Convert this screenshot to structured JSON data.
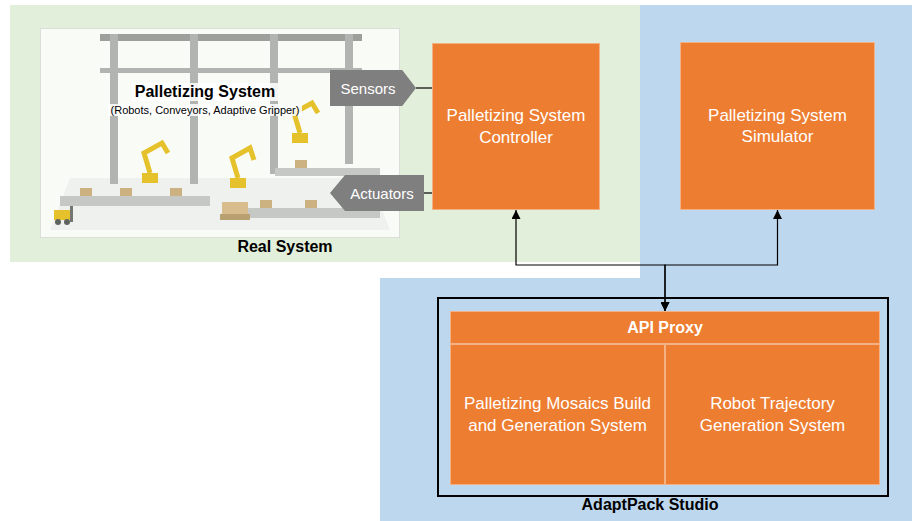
{
  "diagram": {
    "nodes": [
      {
        "text": [
          "Real System"
        ]
      },
      {
        "text": [
          "Palletizing System",
          "(Robots, Conveyors, Adaptive Gripper)"
        ],
        "in": 0
      },
      {
        "text": [
          "Sensors"
        ],
        "in": 0
      },
      {
        "text": [
          "Actuators"
        ],
        "in": 0
      },
      {
        "text": [
          "Palletizing System Controller"
        ],
        "in": 0
      },
      {
        "text": [
          "AdaptPack Studio"
        ]
      },
      {
        "text": [
          "Palletizing System Simulator"
        ],
        "in": 5
      },
      {
        "text": [
          "API Proxy"
        ],
        "in": 5
      },
      {
        "text": [
          "Palletizing Mosaics Build and Generation System"
        ],
        "in": 5
      },
      {
        "text": [
          "Robot Trajectory Generation System"
        ],
        "in": 5
      }
    ],
    "edges": [
      {
        "from": 2,
        "to": 4,
        "arrow": "none"
      },
      {
        "from": 4,
        "to": 3,
        "arrow": "none"
      },
      {
        "from": 4,
        "to": 7,
        "arrow": "both"
      },
      {
        "from": 6,
        "to": 7,
        "arrow": "both"
      }
    ]
  }
}
